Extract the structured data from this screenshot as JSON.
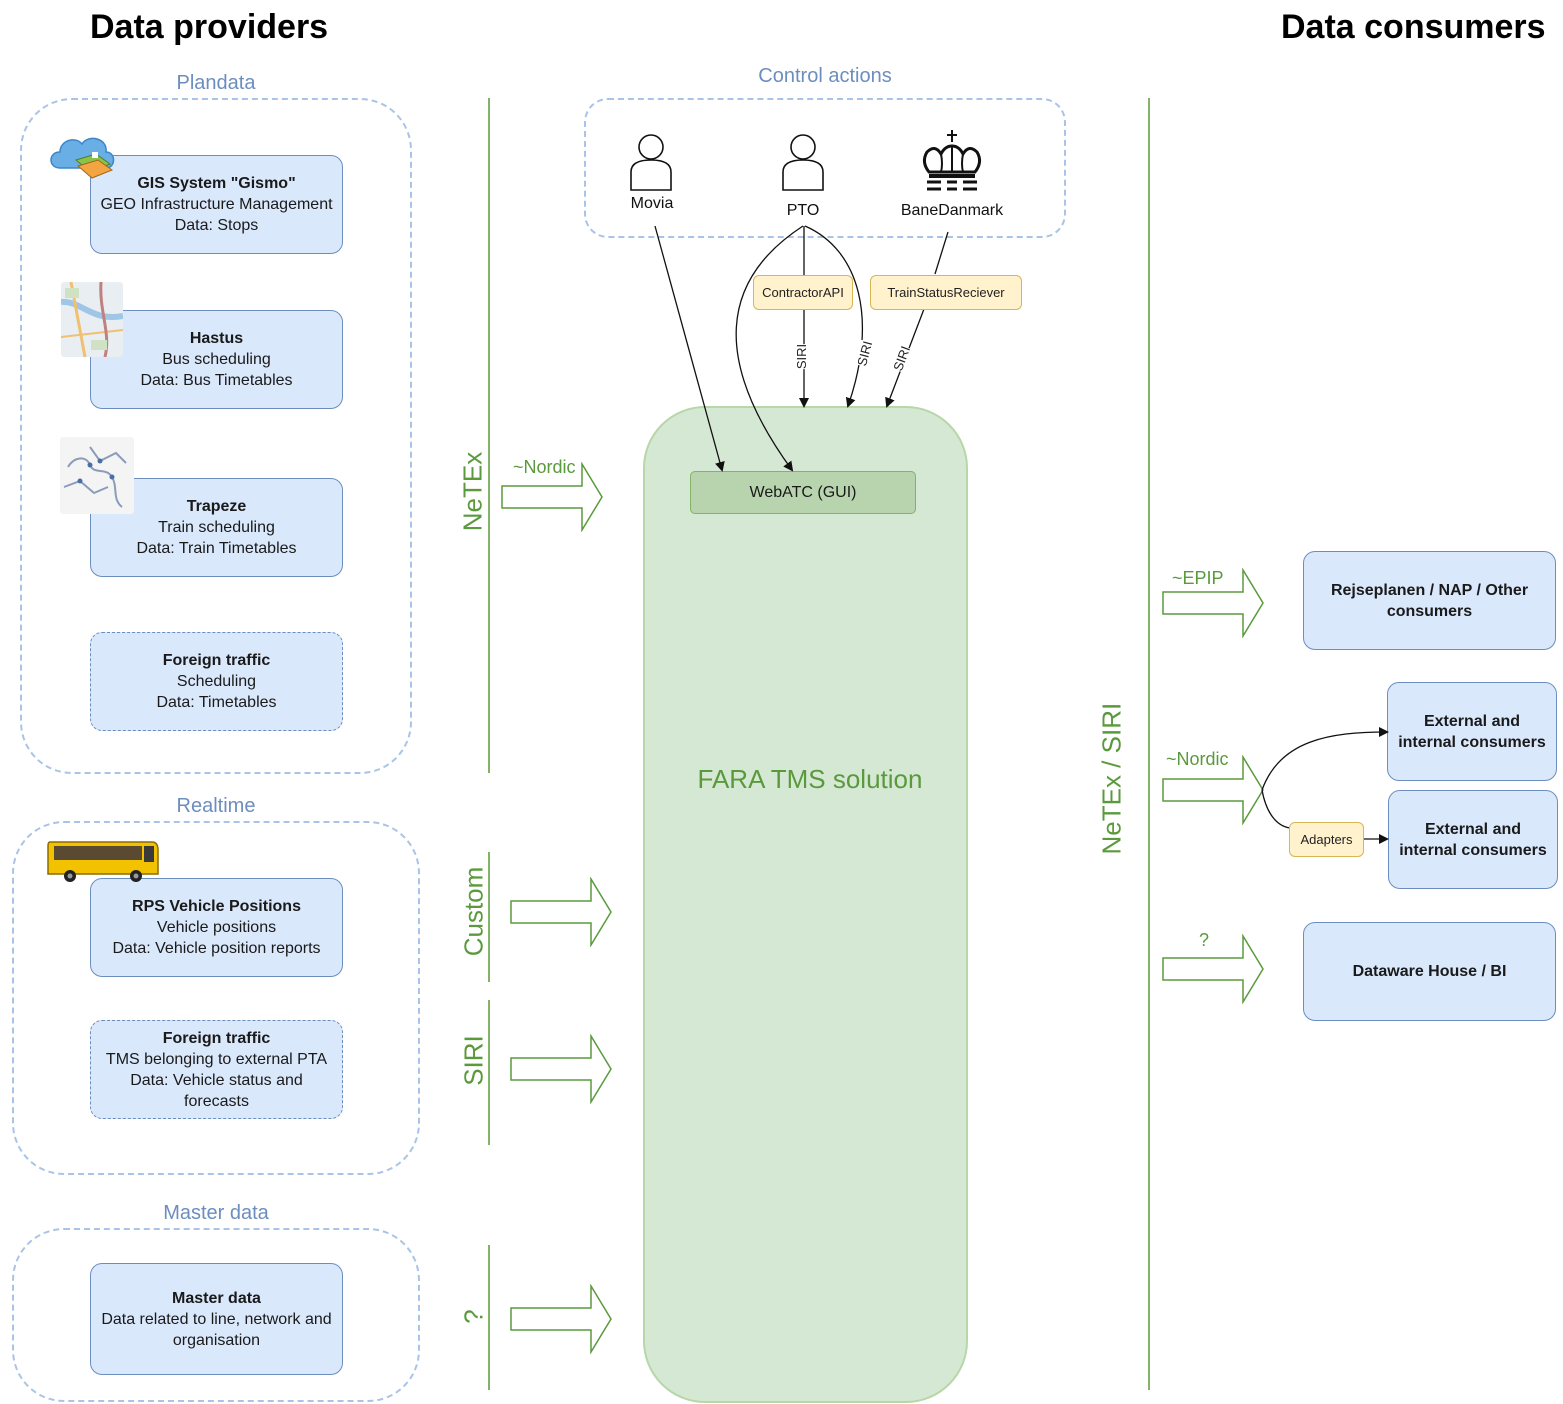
{
  "headers": {
    "providers": "Data providers",
    "consumers": "Data consumers"
  },
  "groups": {
    "plandata": "Plandata",
    "realtime": "Realtime",
    "master": "Master data",
    "control": "Control actions"
  },
  "providers": {
    "gis": {
      "title": "GIS System \"Gismo\"",
      "line1": "GEO Infrastructure Management",
      "line2": "Data: Stops"
    },
    "hastus": {
      "title": "Hastus",
      "line1": "Bus scheduling",
      "line2": "Data: Bus Timetables"
    },
    "trapeze": {
      "title": "Trapeze",
      "line1": "Train scheduling",
      "line2": "Data: Train Timetables"
    },
    "foreign_plan": {
      "title": "Foreign traffic",
      "line1": "Scheduling",
      "line2": "Data: Timetables"
    },
    "rps": {
      "title": "RPS Vehicle Positions",
      "line1": "Vehicle positions",
      "line2": "Data: Vehicle position reports"
    },
    "foreign_rt": {
      "title": "Foreign traffic",
      "line1": "TMS belonging to external PTA",
      "line2": "Data: Vehicle status and",
      "line3": "forecasts"
    },
    "master": {
      "title": "Master data",
      "line1": "Data related to line, network and",
      "line2": "organisation"
    }
  },
  "protocols": {
    "netex": "NeTEx",
    "nordic_in": "~Nordic",
    "custom": "Custom",
    "siri": "SIRI",
    "question_in": "?",
    "netex_siri": "NeTEx / SIRI",
    "epip": "~EPIP",
    "nordic_out": "~Nordic",
    "question_out": "?"
  },
  "actors": {
    "movia": "Movia",
    "pto": "PTO",
    "banedanmark": "BaneDanmark"
  },
  "control": {
    "contractor_api": "ContractorAPI",
    "train_status": "TrainStatusReciever",
    "siri1": "SIRI",
    "siri2": "SIRI",
    "siri3": "SIRI"
  },
  "solution": {
    "webatc": "WebATC (GUI)",
    "name": "FARA TMS solution"
  },
  "consumers": {
    "rejseplanen": {
      "line1": "Rejseplanen / NAP / Other",
      "line2": "consumers"
    },
    "external1": {
      "line1": "External and",
      "line2": "internal consumers"
    },
    "external2": {
      "line1": "External and",
      "line2": "internal consumers"
    },
    "adapters": "Adapters",
    "dwh": "Dataware House / BI"
  },
  "icons": {
    "gis": "cloud-map-icon",
    "hastus": "map-thumbnail-icon",
    "trapeze": "rail-map-icon",
    "rps": "bus-icon",
    "person": "person-icon",
    "crown": "crown-icon"
  },
  "colors": {
    "card_fill": "#dae8fc",
    "card_border": "#6c8ebf",
    "green_fill": "#d5e8d4",
    "green_text": "#5a9a3c",
    "yellow_fill": "#fff2cc"
  }
}
